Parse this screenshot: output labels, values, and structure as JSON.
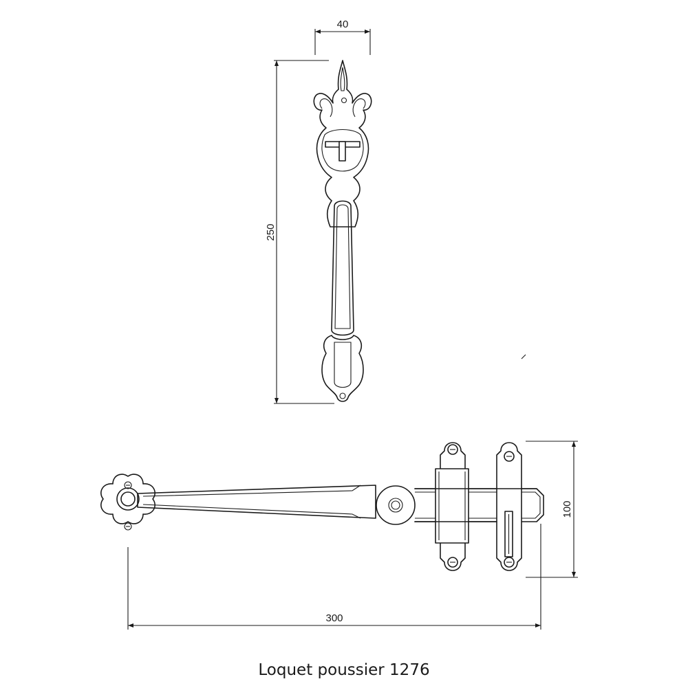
{
  "caption": "Loquet poussier 1276",
  "dimensions": {
    "handle_width": "40",
    "handle_height": "250",
    "latch_length": "300",
    "latch_height": "100"
  },
  "colors": {
    "ink": "#1a1a1a",
    "paper": "#ffffff"
  }
}
